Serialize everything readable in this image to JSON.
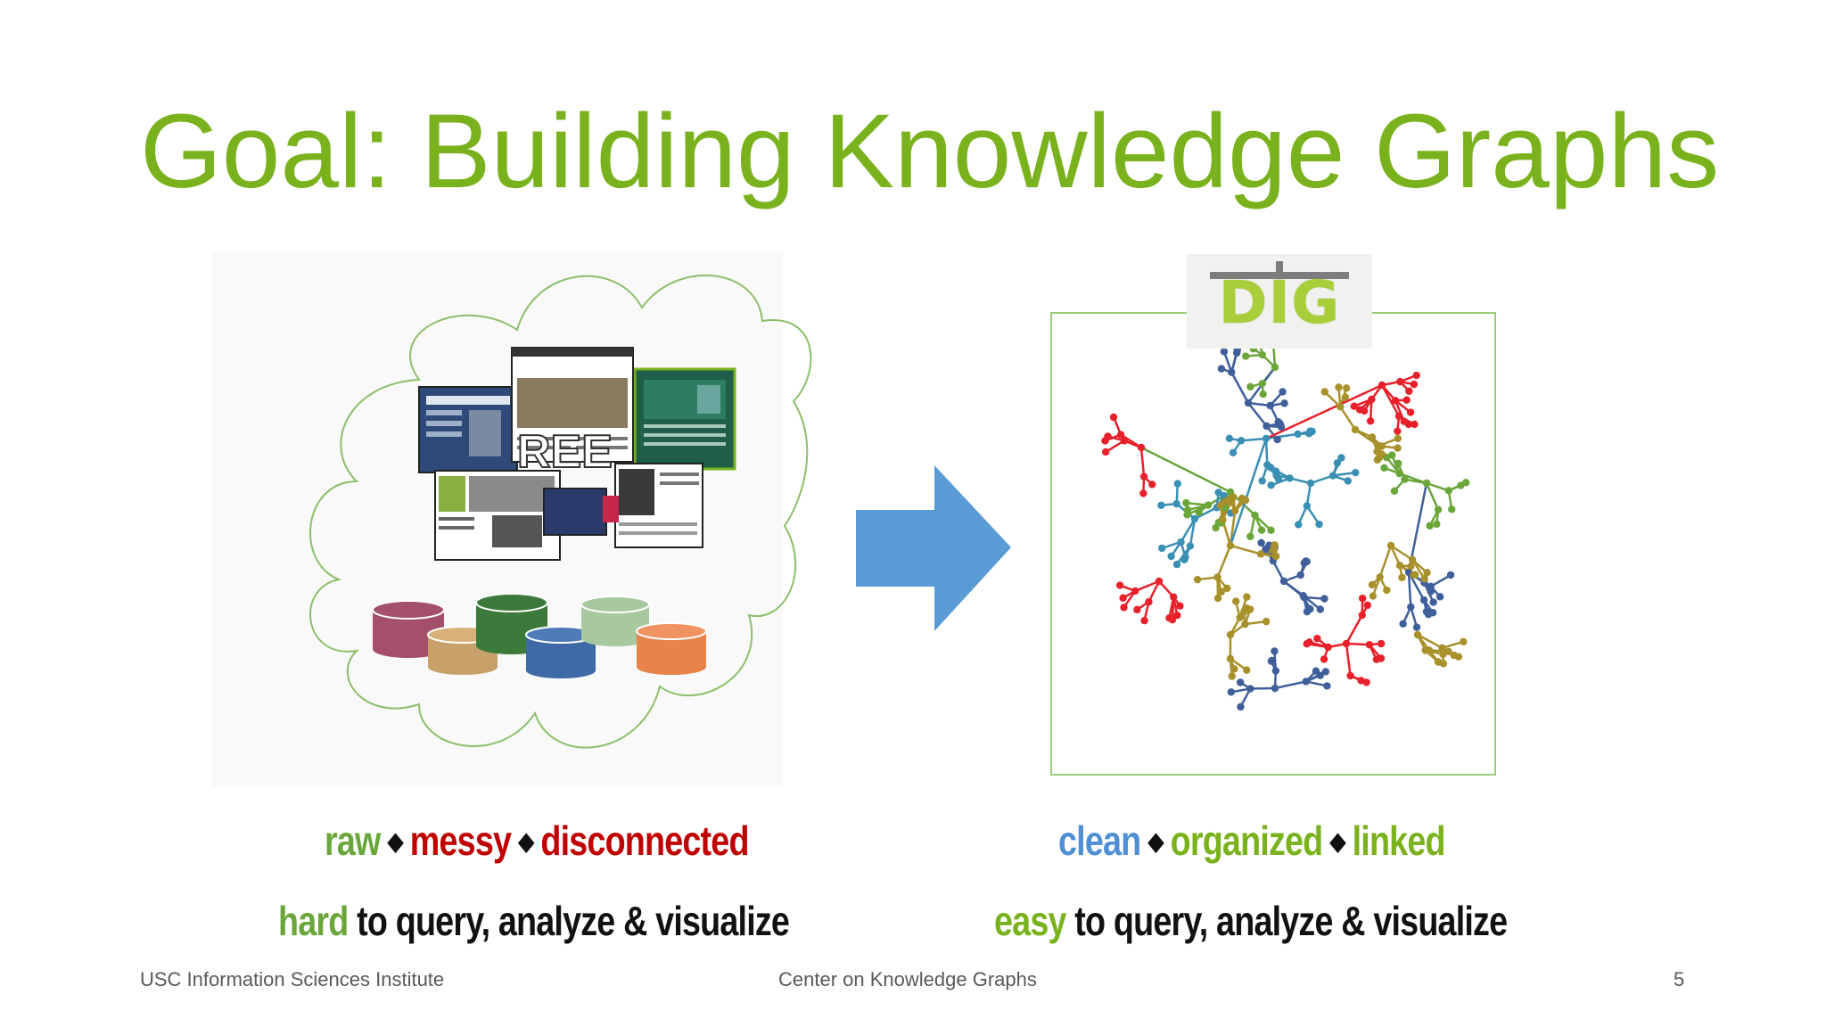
{
  "slide": {
    "title": "Goal: Building Knowledge Graphs",
    "left": {
      "caption_line1": [
        {
          "text": "raw",
          "color": "green"
        },
        {
          "text": "messy",
          "color": "red"
        },
        {
          "text": "disconnected",
          "color": "red"
        }
      ],
      "caption_line2_emphasis": "hard",
      "caption_line2_rest": " to query, analyze & visualize"
    },
    "right": {
      "logo_text": "DIG",
      "caption_line1": [
        {
          "text": "clean",
          "color": "blue"
        },
        {
          "text": "organized",
          "color": "lime"
        },
        {
          "text": "linked",
          "color": "lime"
        }
      ],
      "caption_line2_emphasis": "easy",
      "caption_line2_rest": " to query, analyze & visualize"
    },
    "separator": "◆",
    "footer": {
      "left": "USC Information Sciences Institute",
      "center": "Center on Knowledge Graphs",
      "page_number": "5"
    }
  },
  "colors": {
    "title": "#7ab21d",
    "arrow": "#5b9bd5",
    "cloud_outline": "#8cbf6a",
    "db_cylinders": [
      "#a4506a",
      "#c8a06a",
      "#3c7a3c",
      "#3f6aa8",
      "#a8c8a0",
      "#e8834a"
    ],
    "graph_node_colors": [
      "#e8202a",
      "#6aa63a",
      "#3a8fb4",
      "#3f5f9a",
      "#a8902a"
    ]
  }
}
